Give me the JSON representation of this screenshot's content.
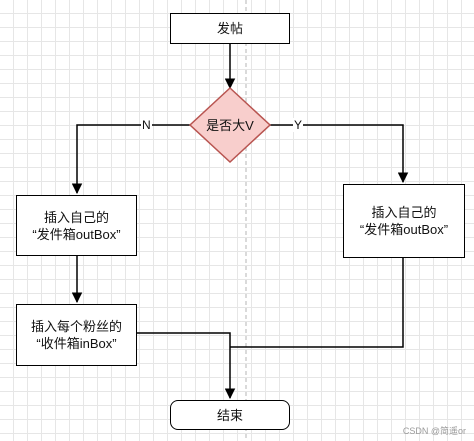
{
  "nodes": {
    "start": {
      "label": "发帖"
    },
    "decision": {
      "label": "是否大V"
    },
    "insert_own": {
      "line1": "插入自己的",
      "line2": "“发件箱outBox”"
    },
    "insert_fans": {
      "line1": "插入每个粉丝的",
      "line2": "“收件箱inBox”"
    },
    "insert_own_yes": {
      "line1": "插入自己的",
      "line2": "“发件箱outBox”"
    },
    "end": {
      "label": "结束"
    }
  },
  "edges": {
    "no_label": "N",
    "yes_label": "Y"
  },
  "colors": {
    "decision_fill": "#f8cecc",
    "decision_stroke": "#b85450",
    "stroke": "#000000"
  },
  "watermark": "CSDN @简遥or"
}
